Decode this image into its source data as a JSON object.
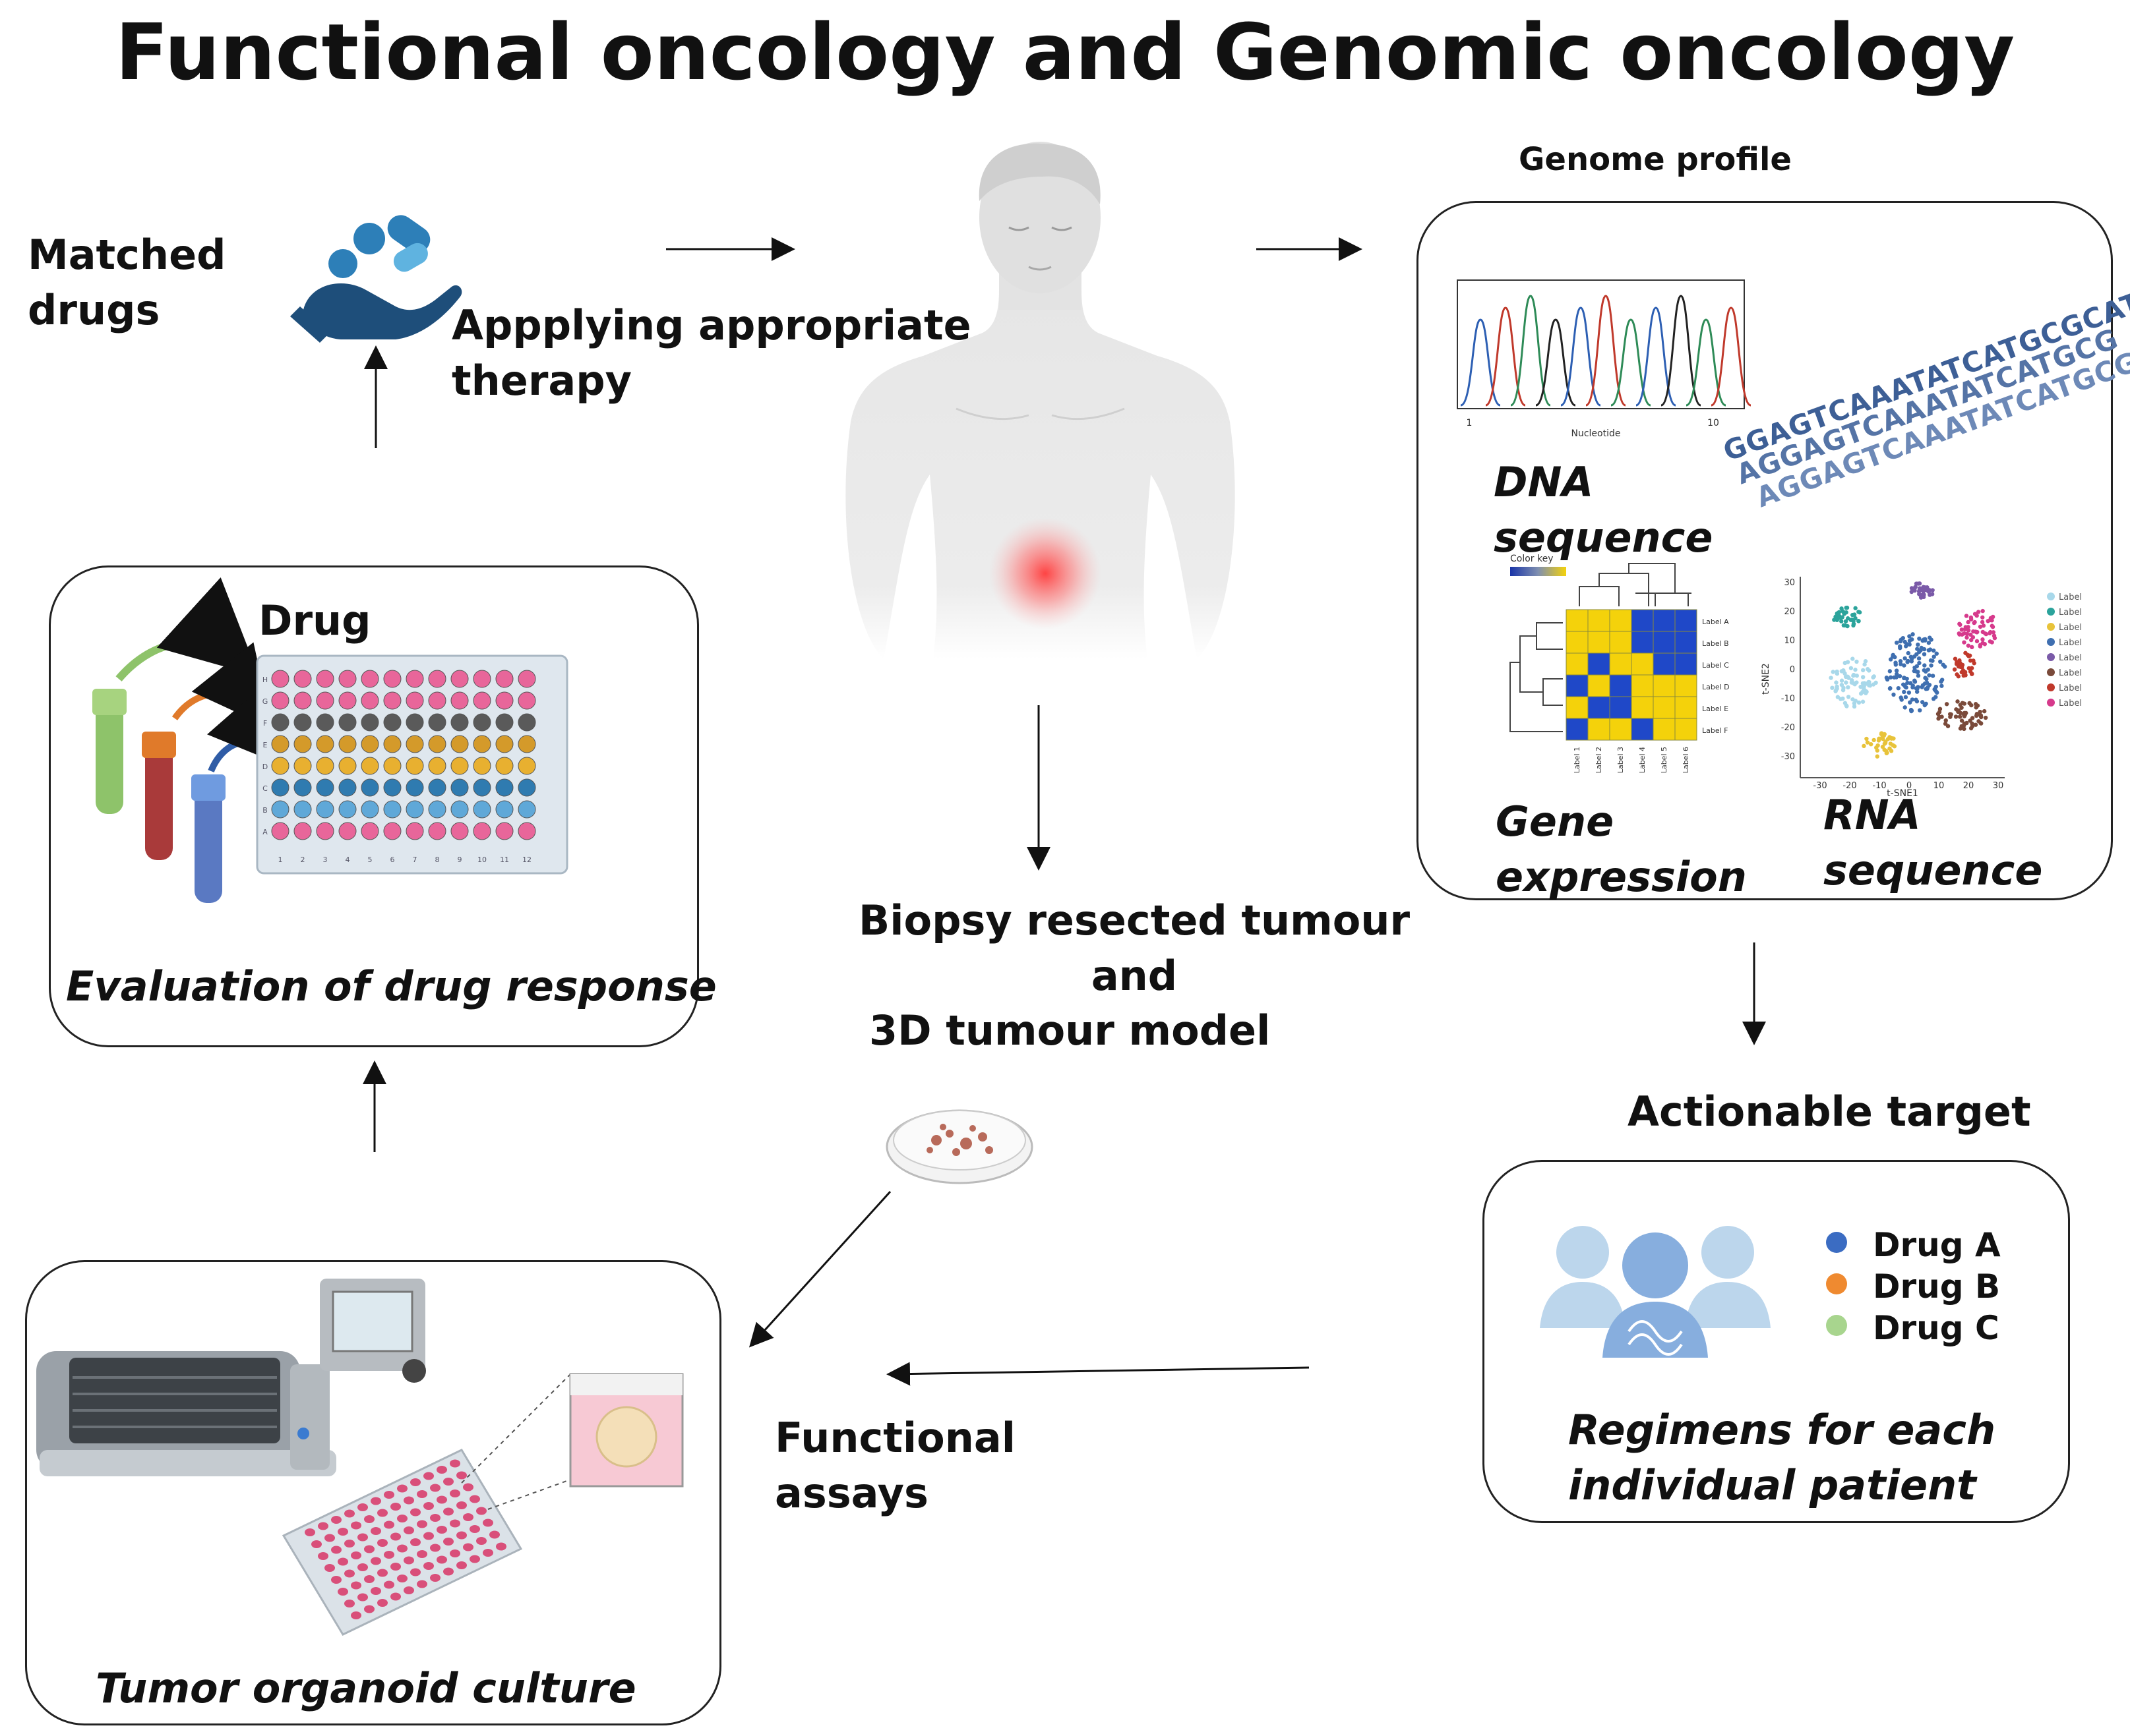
{
  "title": "Functional  oncology and Genomic oncology",
  "labels": {
    "matched_drugs": [
      "Matched",
      "drugs"
    ],
    "applying_therapy": [
      "Appplying appropriate",
      "therapy"
    ],
    "genome_profile": "Genome profile",
    "dna_sequence": [
      "DNA",
      "sequence"
    ],
    "gene_expression": [
      "Gene",
      "expression"
    ],
    "rna_sequence": [
      "RNA",
      "sequence"
    ],
    "biopsy": [
      "Biopsy resected tumour",
      "and",
      "3D tumour model"
    ],
    "actionable_target": "Actionable target",
    "regimens": [
      "Regimens for each",
      "individual patient"
    ],
    "functional_assays": [
      "Functional",
      "assays"
    ],
    "drug": "Drug",
    "evaluation": "Evaluation of  drug response",
    "organoid": "Tumor organoid culture"
  },
  "dna_chart": {
    "xlabel": "Nucleotide",
    "tick_start": "1",
    "tick_end": "10"
  },
  "dna_letters": [
    "GGAGTCAAATATCATGCGCAT",
    "AGGAGTCAAATATCATGCG",
    "AGGAGTCAAATATCATGCGCAT"
  ],
  "heatmap": {
    "color_key": "Color key",
    "row_labels": [
      "Label A",
      "Label B",
      "Label C",
      "Label D",
      "Label E",
      "Label F"
    ],
    "col_labels": [
      "Label 1",
      "Label 2",
      "Label 3",
      "Label 4",
      "Label 5",
      "Label 6"
    ]
  },
  "tsne": {
    "xlabel": "t-SNE1",
    "ylabel": "t-SNE2",
    "xticks": [
      "-30",
      "-20",
      "-10",
      "0",
      "10",
      "20",
      "30"
    ],
    "yticks": [
      "30",
      "20",
      "10",
      "0",
      "-10",
      "-20",
      "-30"
    ],
    "legend": [
      "Label",
      "Label",
      "Label",
      "Label",
      "Label",
      "Label",
      "Label",
      "Label"
    ],
    "legend_colors": [
      "#a8d8ea",
      "#2ba39b",
      "#e8c33a",
      "#3f6fb0",
      "#7a5aa8",
      "#7a4a3a",
      "#c0392b",
      "#d63a8c"
    ]
  },
  "drug_legend": [
    {
      "label": "Drug A",
      "color": "#3b6cc2"
    },
    {
      "label": "Drug B",
      "color": "#ef8a30"
    },
    {
      "label": "Drug C",
      "color": "#a8d58e"
    }
  ],
  "plate": {
    "row_letters": [
      "H",
      "G",
      "F",
      "E",
      "D",
      "C",
      "B",
      "A"
    ],
    "col_numbers": [
      "1",
      "2",
      "3",
      "4",
      "5",
      "6",
      "7",
      "8",
      "9",
      "10",
      "11",
      "12"
    ]
  }
}
